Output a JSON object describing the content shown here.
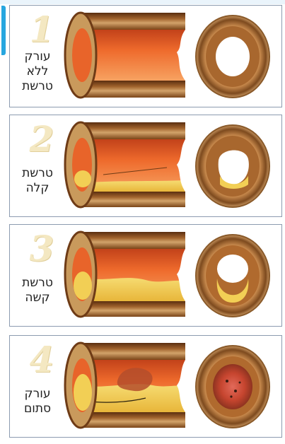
{
  "stages": [
    {
      "number": "1",
      "label_lines": [
        "עורק",
        "ללא",
        "טרשת"
      ]
    },
    {
      "number": "2",
      "label_lines": [
        "טרשת",
        "קלה"
      ]
    },
    {
      "number": "3",
      "label_lines": [
        "טרשת",
        "קשה"
      ]
    },
    {
      "number": "4",
      "label_lines": [
        "עורק",
        "סתום"
      ]
    }
  ],
  "colors": {
    "panel_border": "#8c9bb0",
    "number": "#f4e8c2",
    "wall_outer": "#c99a5c",
    "wall_dark": "#6e3b16",
    "lumen": "#e8642a",
    "lumen_light": "#f29a55",
    "plaque": "#f2cf55",
    "accent_edge": "#27a6df"
  }
}
